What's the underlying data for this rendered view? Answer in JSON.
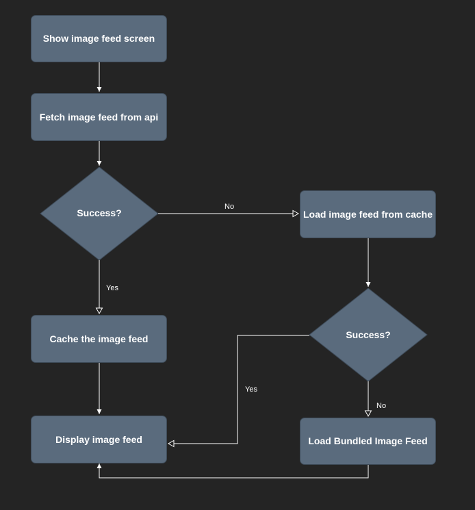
{
  "diagram": {
    "nodes": {
      "show_feed": "Show image feed screen",
      "fetch_api": "Fetch image feed from api",
      "decision_api": "Success?",
      "load_cache": "Load image feed from cache",
      "cache_feed": "Cache the image feed",
      "decision_cache": "Success?",
      "display_feed": "Display image feed",
      "load_bundled": "Load Bundled Image Feed"
    },
    "edge_labels": {
      "api_no": "No",
      "api_yes": "Yes",
      "cache_yes": "Yes",
      "cache_no": "No"
    },
    "colors": {
      "background": "#242424",
      "node_fill": "#5a6b7d",
      "node_border": "#3e4b59",
      "edge": "#ffffff",
      "text": "#ffffff"
    }
  }
}
